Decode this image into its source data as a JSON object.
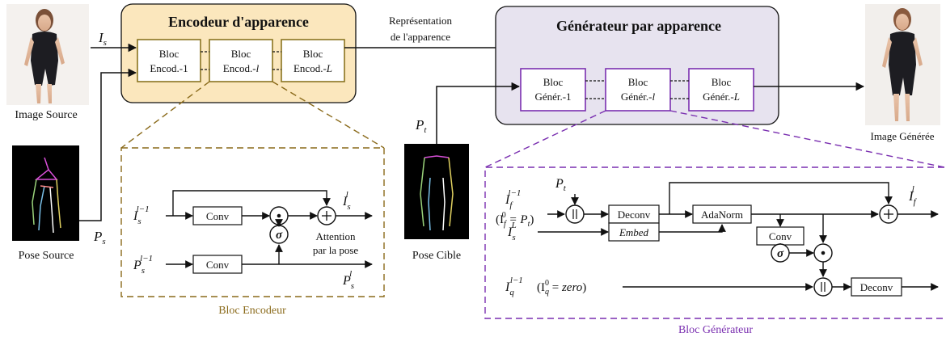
{
  "encoder": {
    "title": "Encodeur d'apparence",
    "blocks": [
      {
        "line1": "Bloc",
        "line2": "Encod.-1",
        "suffix": ""
      },
      {
        "line1": "Bloc",
        "line2": "Encod.-",
        "suffix": "l"
      },
      {
        "line1": "Bloc",
        "line2": "Encod.-",
        "suffix": "L"
      }
    ]
  },
  "generator": {
    "title": "Générateur par apparence",
    "blocks": [
      {
        "line1": "Bloc",
        "line2": "Génér.-1",
        "suffix": ""
      },
      {
        "line1": "Bloc",
        "line2": "Génér.-",
        "suffix": "l"
      },
      {
        "line1": "Bloc",
        "line2": "Génér.-",
        "suffix": "L"
      }
    ]
  },
  "repr_label": {
    "line1": "Représentation",
    "line2": "de l'apparence"
  },
  "images": {
    "source": "Image Source",
    "pose_source": "Pose Source",
    "pose_target": "Pose Cible",
    "generated": "Image Générée"
  },
  "symbols": {
    "Is": "I",
    "Is_sub": "s",
    "Ps": "P",
    "Ps_sub": "s",
    "Pt": "P",
    "Pt_sub": "t"
  },
  "enc_detail": {
    "caption": "Bloc Encodeur",
    "conv1": "Conv",
    "conv2": "Conv",
    "attention1": "Attention",
    "attention2": "par la pose",
    "in_I": "I",
    "in_I_sub": "s",
    "in_I_sup": "l−1",
    "out_I": "I",
    "out_I_sub": "s",
    "out_I_sup": "l",
    "in_P": "P",
    "in_P_sub": "s",
    "in_P_sup": "l−1",
    "out_P": "P",
    "out_P_sub": "s",
    "out_P_sup": "l",
    "sigma": "σ"
  },
  "gen_detail": {
    "caption": "Bloc Générateur",
    "deconv1": "Deconv",
    "deconv2": "Deconv",
    "adanorm": "AdaNorm",
    "embed": "Embed",
    "conv": "Conv",
    "Pt": "P",
    "Pt_sub": "t",
    "in_If": "I",
    "in_If_sub": "f",
    "in_If_sup": "l−1",
    "init_If": "(I",
    "init_If_sub": "f",
    "init_If_sup": "0",
    "init_If_rest": " = P",
    "init_If_rest_sub": "t",
    "init_If_close": ")",
    "in_IsL": "I",
    "in_IsL_sub": "s",
    "in_IsL_sup": "L",
    "in_Iq": "I",
    "in_Iq_sub": "q",
    "in_Iq_sup": "l−1",
    "init_Iq": "(I",
    "init_Iq_sub": "q",
    "init_Iq_sup": "0",
    "init_Iq_rest": " = ",
    "init_Iq_zero": "zero",
    "init_Iq_close": ")",
    "out_If": "I",
    "out_If_sub": "f",
    "out_If_sup": "l",
    "sigma": "σ"
  }
}
